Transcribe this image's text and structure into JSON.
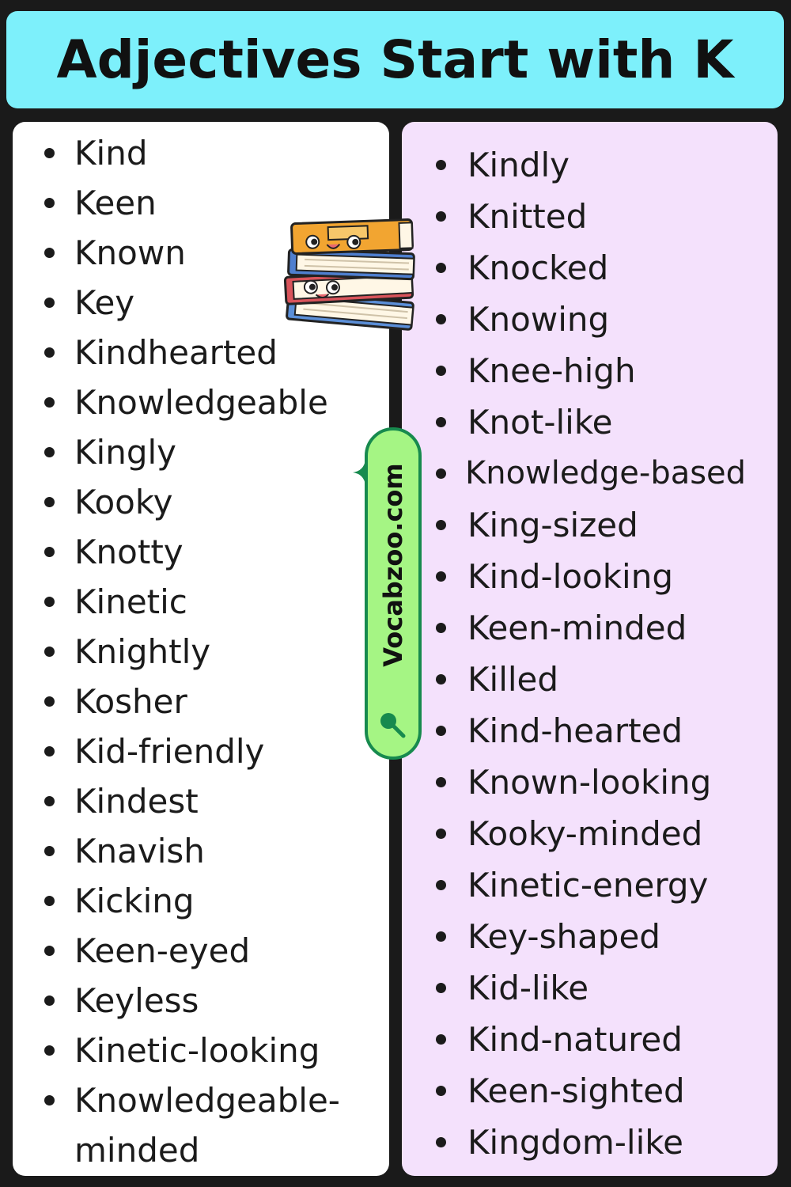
{
  "title": "Adjectives Start with K",
  "watermark": "Vocabzoo.com",
  "colors": {
    "background": "#1a1a1a",
    "banner": "#7df0fb",
    "left_column": "#ffffff",
    "right_column": "#f4e1fc",
    "pill": "#a5f584",
    "pill_border": "#178a4e"
  },
  "icons": [
    "books-icon",
    "sparkle-icon",
    "magnifier-icon"
  ],
  "left_words": [
    "Kind",
    "Keen",
    "Known",
    "Key",
    "Kindhearted",
    "Knowledgeable",
    "Kingly",
    "Kooky",
    "Knotty",
    "Kinetic",
    "Knightly",
    "Kosher",
    "Kid-friendly",
    "Kindest",
    "Knavish",
    "Kicking",
    "Keen-eyed",
    "Keyless",
    "Kinetic-looking",
    "Knowledgeable-minded"
  ],
  "right_words": [
    "Kindly",
    "Knitted",
    "Knocked",
    "Knowing",
    "Knee-high",
    "Knot-like",
    "Knowledge-based",
    "King-sized",
    "Kind-looking",
    "Keen-minded",
    "Killed",
    "Kind-hearted",
    "Known-looking",
    "Kooky-minded",
    "Kinetic-energy",
    "Key-shaped",
    "Kid-like",
    "Kind-natured",
    "Keen-sighted",
    "Kingdom-like"
  ]
}
